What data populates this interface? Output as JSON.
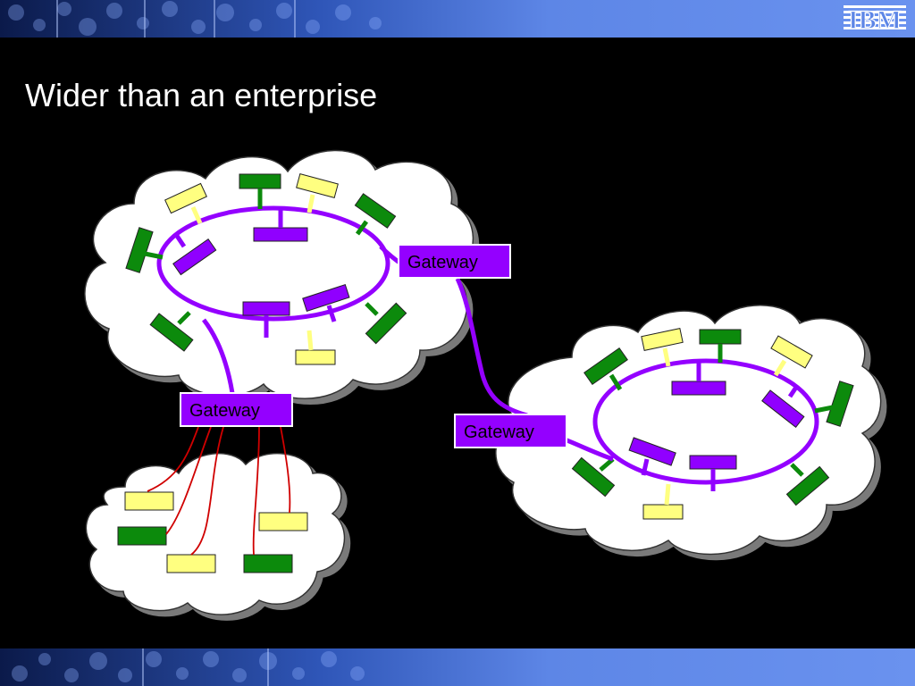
{
  "slide": {
    "title": "Wider than an enterprise",
    "logo_text": "IBM"
  },
  "diagram": {
    "gateways": [
      {
        "id": "gateway-top",
        "label": "Gateway"
      },
      {
        "id": "gateway-left",
        "label": "Gateway"
      },
      {
        "id": "gateway-right",
        "label": "Gateway"
      }
    ],
    "colors": {
      "ring": "#9400ff",
      "device_green": "#0c8a0c",
      "device_yellow": "#ffff80",
      "device_purple": "#9000ff",
      "gateway_fill": "#9400ff",
      "serial_wire": "#d00000",
      "cloud_fill": "#ffffff",
      "band_blue": "#5d86e6"
    }
  }
}
